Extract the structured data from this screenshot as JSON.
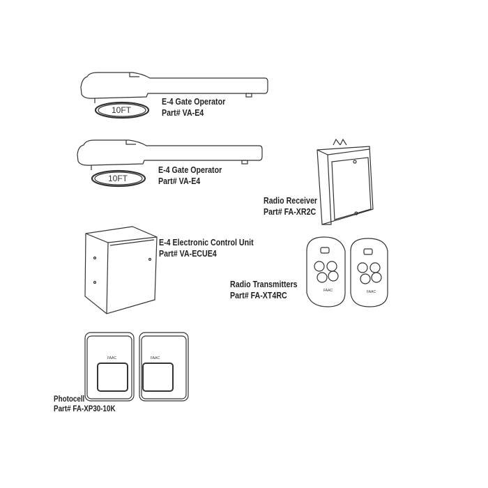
{
  "items": [
    {
      "name": "E-4 Gate Operator",
      "part": "Part# VA-E4",
      "cable_length": "10FT"
    },
    {
      "name": "E-4 Gate Operator",
      "part": "Part# VA-E4",
      "cable_length": "10FT"
    },
    {
      "name": "Radio Receiver",
      "part": "Part# FA-XR2C"
    },
    {
      "name": "E-4 Electronic Control Unit",
      "part": "Part# VA-ECUE4"
    },
    {
      "name": "Radio Transmitters",
      "part": "Part# FA-XT4RC"
    },
    {
      "name": "Photocell",
      "part": "Part# FA-XP30-10K"
    }
  ],
  "brand_logo": "FAAC"
}
